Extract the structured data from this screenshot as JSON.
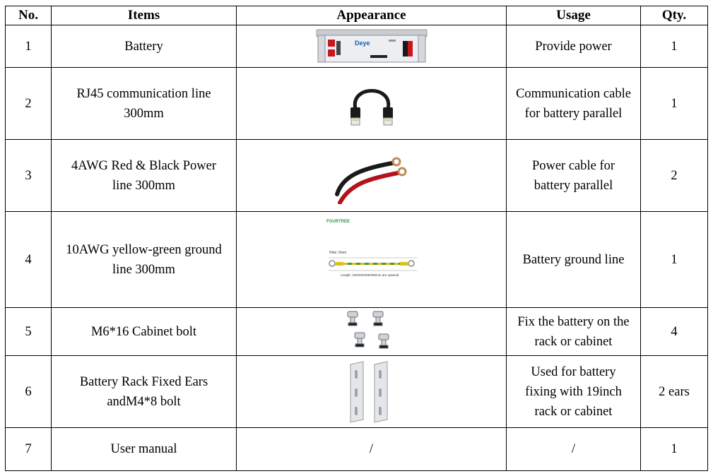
{
  "headers": [
    "No.",
    "Items",
    "Appearance",
    "Usage",
    "Qty."
  ],
  "rows": [
    {
      "no": "1",
      "item": [
        "Battery"
      ],
      "appearance": "battery",
      "usage": [
        "Provide power"
      ],
      "qty": "1"
    },
    {
      "no": "2",
      "item": [
        "RJ45 communication line",
        "300mm"
      ],
      "appearance": "rj45-cable",
      "usage": [
        "Communication cable",
        "for battery parallel"
      ],
      "qty": "1"
    },
    {
      "no": "3",
      "item": [
        "4AWG Red & Black Power",
        "line 300mm"
      ],
      "appearance": "power-cables",
      "usage": [
        "Power cable for",
        "battery parallel"
      ],
      "qty": "2"
    },
    {
      "no": "4",
      "item": [
        "10AWG yellow-green ground",
        "line 300mm"
      ],
      "appearance": "ground-cable",
      "usage": [
        "Battery ground line"
      ],
      "qty": "1"
    },
    {
      "no": "5",
      "item": [
        "M6*16 Cabinet bolt"
      ],
      "appearance": "bolts",
      "usage": [
        "Fix the battery on the",
        "rack or cabinet"
      ],
      "qty": "4"
    },
    {
      "no": "6",
      "item": [
        "Battery Rack Fixed Ears",
        "andM4*8 bolt"
      ],
      "appearance": "rack-ears",
      "usage": [
        "Used for battery",
        "fixing with 19inch",
        "rack or cabinet"
      ],
      "qty": "2 ears"
    },
    {
      "no": "7",
      "item": [
        "User manual"
      ],
      "appearance": "/",
      "usage": [
        "/"
      ],
      "qty": "1"
    }
  ],
  "image_text": {
    "battery_brand": "Deye",
    "ground_brand": "FOURTREE",
    "ground_hole": "Hole: 5mm",
    "ground_length": "Length: 150/200/250/300mm are optional"
  },
  "colors": {
    "border": "#000000",
    "cable_red": "#b3121b",
    "cable_black": "#1a1a1a",
    "ground_yellow": "#d9c21b",
    "ground_green": "#3f9a3a",
    "brand_green": "#2f9a4a"
  }
}
